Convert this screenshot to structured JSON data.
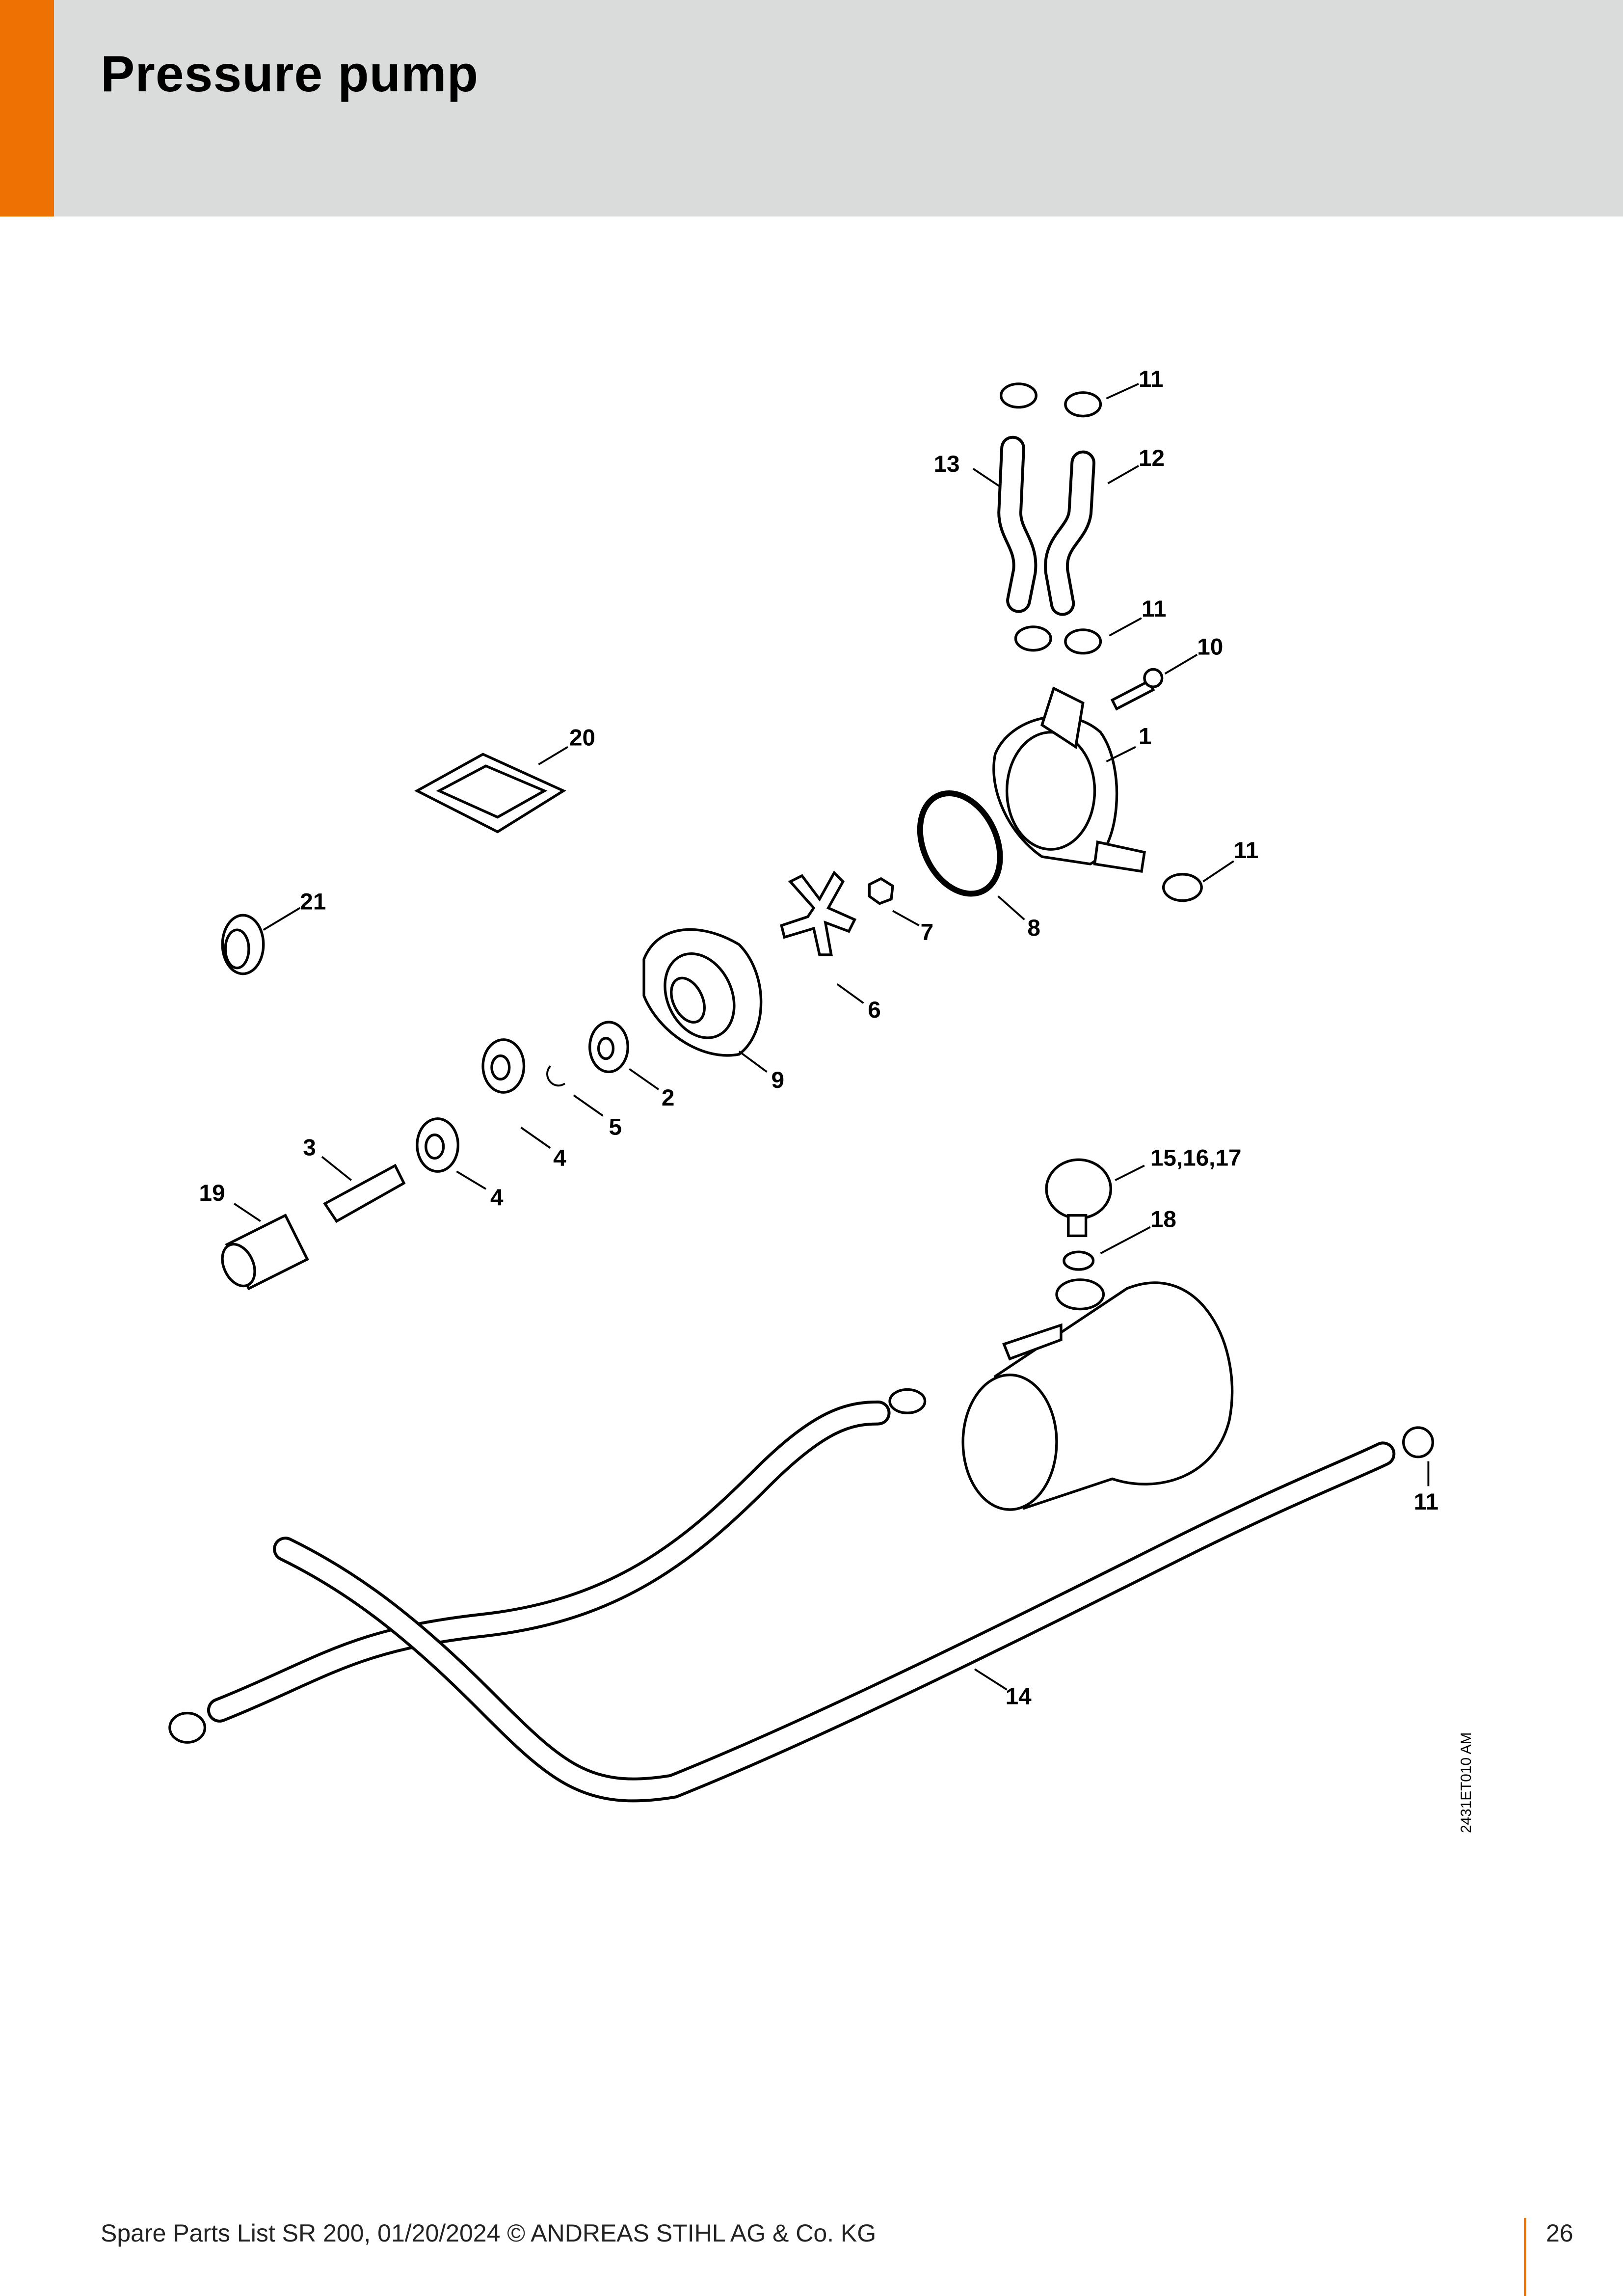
{
  "header": {
    "title": "Pressure pump",
    "accent_color": "#ee7203",
    "background_color": "#dadbdb"
  },
  "diagram": {
    "image_id": "2431ET010 AM",
    "callouts": {
      "c11a": "11",
      "c13": "13",
      "c12": "12",
      "c11b": "11",
      "c10": "10",
      "c1": "1",
      "c20": "20",
      "c11c": "11",
      "c21": "21",
      "c7": "7",
      "c8": "8",
      "c6": "6",
      "c9": "9",
      "c2": "2",
      "c5": "5",
      "c4a": "4",
      "c3": "3",
      "c4b": "4",
      "c19": "19",
      "c151617": "15,16,17",
      "c18": "18",
      "c11d": "11",
      "c14": "14"
    }
  },
  "footer": {
    "text": "Spare Parts List SR 200, 01/20/2024 © ANDREAS STIHL AG & Co. KG",
    "page_number": "26"
  }
}
